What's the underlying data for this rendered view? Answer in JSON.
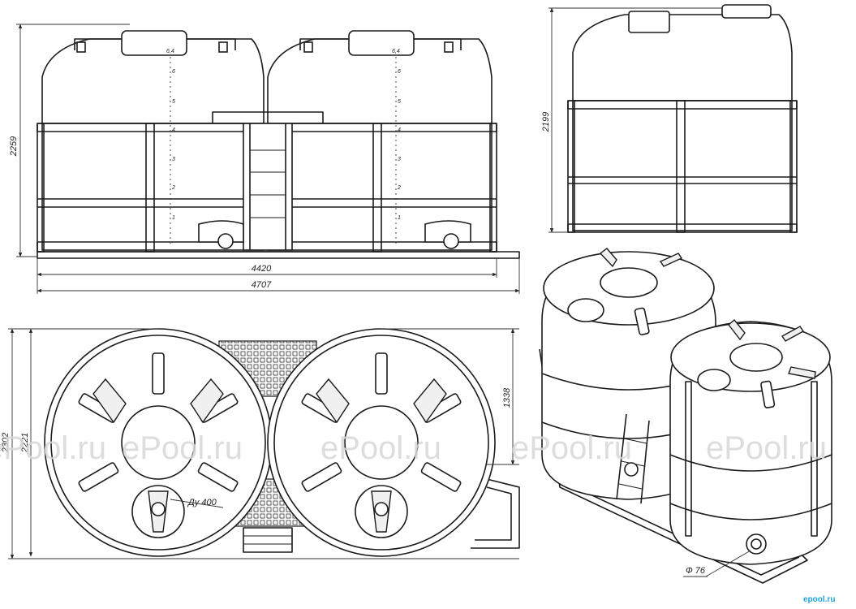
{
  "dimensions": {
    "front_width_inner": "4420",
    "front_width_outer": "4707",
    "front_height": "2259",
    "side_height": "2199",
    "top_depth_outer": "2302",
    "top_depth_inner": "2221",
    "top_partial": "1338",
    "hatch_label": "Ду 400",
    "outlet_label": "Ф 76"
  },
  "level_ticks": [
    "6",
    "5",
    "4",
    "3",
    "2",
    "1"
  ],
  "level_top_mark": "6,4",
  "watermark": "ePool.ru",
  "logo": "epool.ru",
  "colors": {
    "line": "#1b1b1b",
    "watermark": "#d8d8d8",
    "logo": "#1fa3d6"
  }
}
